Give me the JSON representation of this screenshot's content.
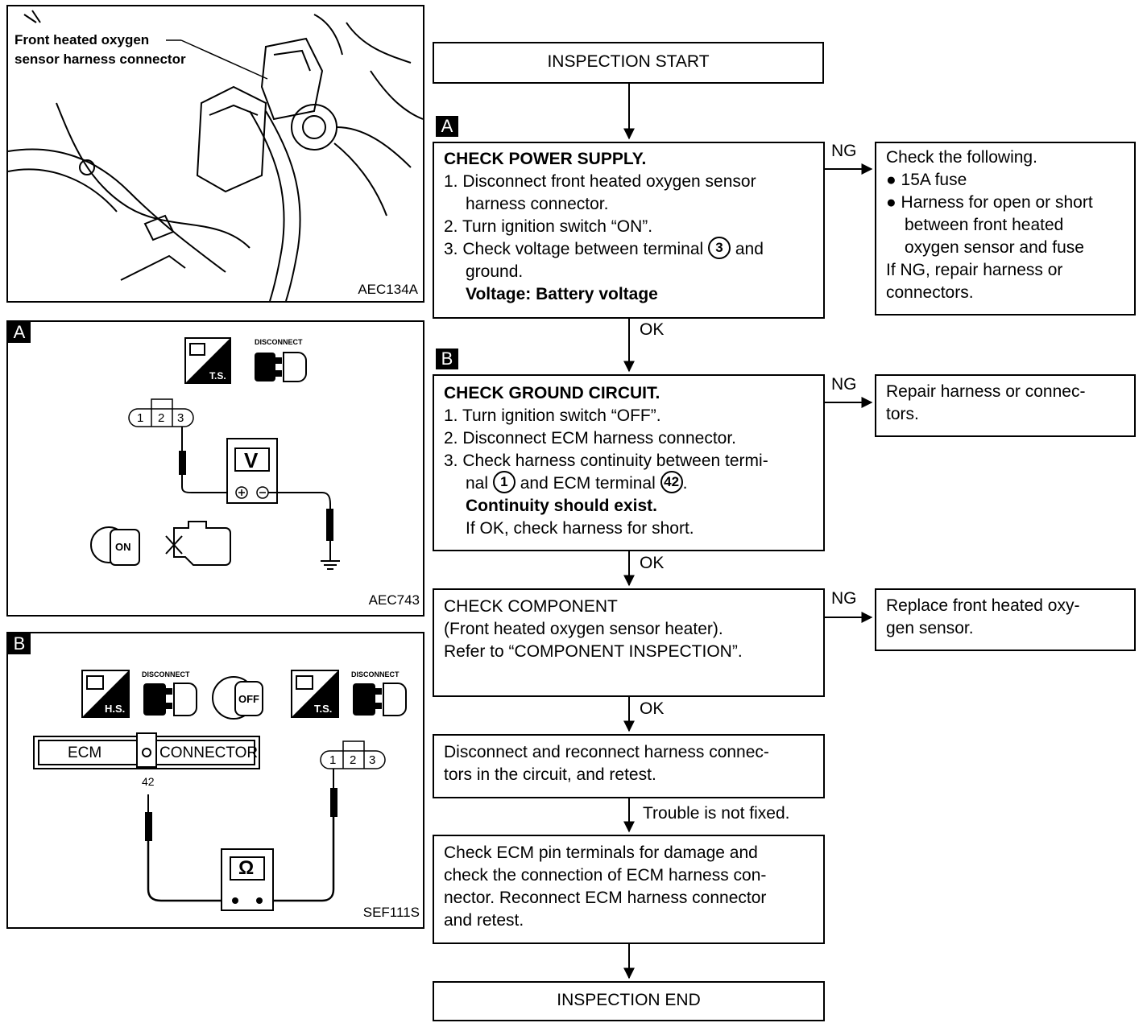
{
  "figures": {
    "photo": {
      "callout_line1": "Front heated oxygen",
      "callout_line2": "sensor harness connector",
      "code": "AEC134A"
    },
    "panel_a": {
      "marker": "A",
      "code": "AEC743",
      "ts_label": "T.S.",
      "disconnect_label": "DISCONNECT",
      "connector_pins": [
        "1",
        "2",
        "3"
      ],
      "meter_symbol": "V",
      "key_label": "ON"
    },
    "panel_b": {
      "marker": "B",
      "code": "SEF111S",
      "hs_label": "H.S.",
      "ts_label": "T.S.",
      "disconnect_label_1": "DISCONNECT",
      "disconnect_label_2": "DISCONNECT",
      "key_label": "OFF",
      "ecm_label": "ECM",
      "connector_label": "CONNECTOR",
      "ecm_pin": "42",
      "connector_pins": [
        "1",
        "2",
        "3"
      ],
      "meter_symbol": "Ω"
    }
  },
  "flow": {
    "start": "INSPECTION START",
    "end": "INSPECTION END",
    "marker_a": "A",
    "marker_b": "B",
    "step1": {
      "title": "CHECK POWER SUPPLY.",
      "item1a": "1. Disconnect front heated oxygen sensor",
      "item1b": "harness connector.",
      "item2": "2. Turn ignition switch “ON”.",
      "item3a": "3. Check voltage between terminal",
      "item3_terminal": "3",
      "item3a_end": "and",
      "item3b": "ground.",
      "spec": "Voltage: Battery voltage"
    },
    "step1_ng": {
      "line1": "Check the following.",
      "bullet1": "15A fuse",
      "bullet2a": "Harness for open or short",
      "bullet2b": "between front heated",
      "bullet2c": "oxygen sensor and fuse",
      "line5": "If NG, repair harness or",
      "line6": "connectors."
    },
    "step2": {
      "title": "CHECK GROUND CIRCUIT.",
      "item1": "1. Turn ignition switch “OFF”.",
      "item2": "2. Disconnect ECM harness connector.",
      "item3a": "3. Check harness continuity between termi-",
      "item3b_pre": "nal",
      "item3b_t1": "1",
      "item3b_mid": "and ECM terminal",
      "item3b_t2": "42",
      "item3b_end": ".",
      "spec": "Continuity should exist.",
      "note": "If OK, check harness for short."
    },
    "step2_ng": {
      "line1": "Repair harness or connec-",
      "line2": "tors."
    },
    "step3": {
      "line1": "CHECK COMPONENT",
      "line2": "(Front heated oxygen sensor heater).",
      "line3": "Refer to “COMPONENT INSPECTION”."
    },
    "step3_ng": {
      "line1": "Replace front heated oxy-",
      "line2": "gen sensor."
    },
    "step4": {
      "line1": "Disconnect and reconnect harness connec-",
      "line2": "tors in the circuit, and retest."
    },
    "step5": {
      "line1": "Check ECM pin terminals for damage and",
      "line2": "check the connection of ECM harness con-",
      "line3": "nector. Reconnect ECM harness connector",
      "line4": "and retest."
    },
    "labels": {
      "ng1": "NG",
      "ng2": "NG",
      "ng3": "NG",
      "ok1": "OK",
      "ok2": "OK",
      "ok3": "OK",
      "not_fixed": "Trouble is not fixed."
    }
  }
}
